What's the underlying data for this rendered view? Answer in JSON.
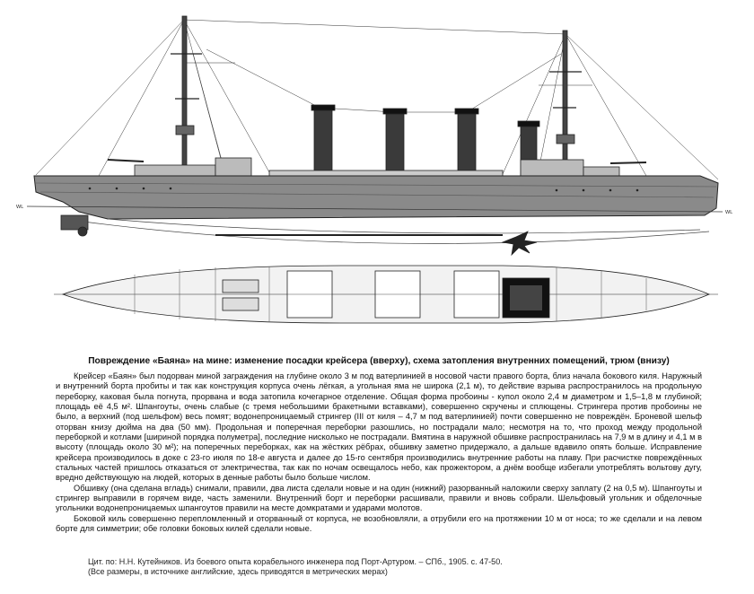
{
  "caption": "Повреждение «Баяна» на мине: изменение посадки крейсера (вверху), схема затопления внутренних помещений, трюм (внизу)",
  "paragraphs": [
    "Крейсер «Баян» был подорван миной заграждения на глубине около 3 м под ватерлинией в носовой части правого борта, близ начала бокового киля. Наружный и внутренний борта пробиты и так как конструкция корпуса очень лёгкая, а угольная яма не широка (2,1 м), то действие взрыва распространилось на продольную переборку, каковая была погнута, прорвана и вода затопила кочегарное отделение. Общая форма пробоины - купол около 2,4 м диаметром и 1,5–1,8 м глубиной; площадь её 4,5 м². Шпангоуты, очень слабые (с тремя небольшими бракетными вставками), совершенно скручены и сплющены. Стрингера против пробоины не было, а верхний (под шельфом) весь помят; водонепроницаемый стрингер (III от киля – 4,7 м под ватерлинией) почти совершенно не повреждён. Броневой шельф оторван книзу дюйма на два (50 мм). Продольная и поперечная переборки разошлись, но пострадали мало; несмотря на то, что проход между продольной переборкой и котлами [шириной порядка полуметра], последние нисколько не пострадали. Вмятина в наружной обшивке распространилась на 7,9 м в длину и 4,1 м в высоту (площадь около 30 м²); на поперечных переборках, как на жёстких рёбрах, обшивку заметно придержало, а дальше вдавило опять больше. Исправление крейсера производилось в доке с 23-го июля по 18-е августа и далее до 15-го сентября производились внутренние работы на плаву. При расчистке повреждённых стальных частей пришлось отказаться от электричества, так как по ночам освещалось небо, как прожектором, а днём вообще избегали употреблять вольтову дугу, вредно действующую на людей, которых в денные работы было больше числом.",
    "Обшивку (она сделана вгладь) снимали, правили, два листа сделали новые и на один (нижний) разорванный наложили сверху заплату (2 на 0,5 м). Шпангоуты и стрингер выправили в горячем виде, часть заменили. Внутренний борт и переборки расшивали, правили и вновь собрали. Шельфовый угольник и обделочные угольники водонепроницаемых шпангоутов правили на месте домкратами и ударами молотов.",
    "Боковой киль совершенно перепломленный и оторванный от корпуса, не возобновляли, а отрубили его на протяжении 10 м от носа; то же сделали и на левом борте для симметрии; обе головки боковых килей сделали новые."
  ],
  "citation": [
    "Цит. по: Н.Н. Кутейников. Из боевого опыта корабельного инженера под Порт-Артуром. – СПб., 1905. с. 47-50.",
    "(Все размеры, в источнике английские, здесь приводятся в метрических мерах)"
  ],
  "drawing_labels": {
    "wl_left": "WL",
    "wl_right": "WL"
  }
}
